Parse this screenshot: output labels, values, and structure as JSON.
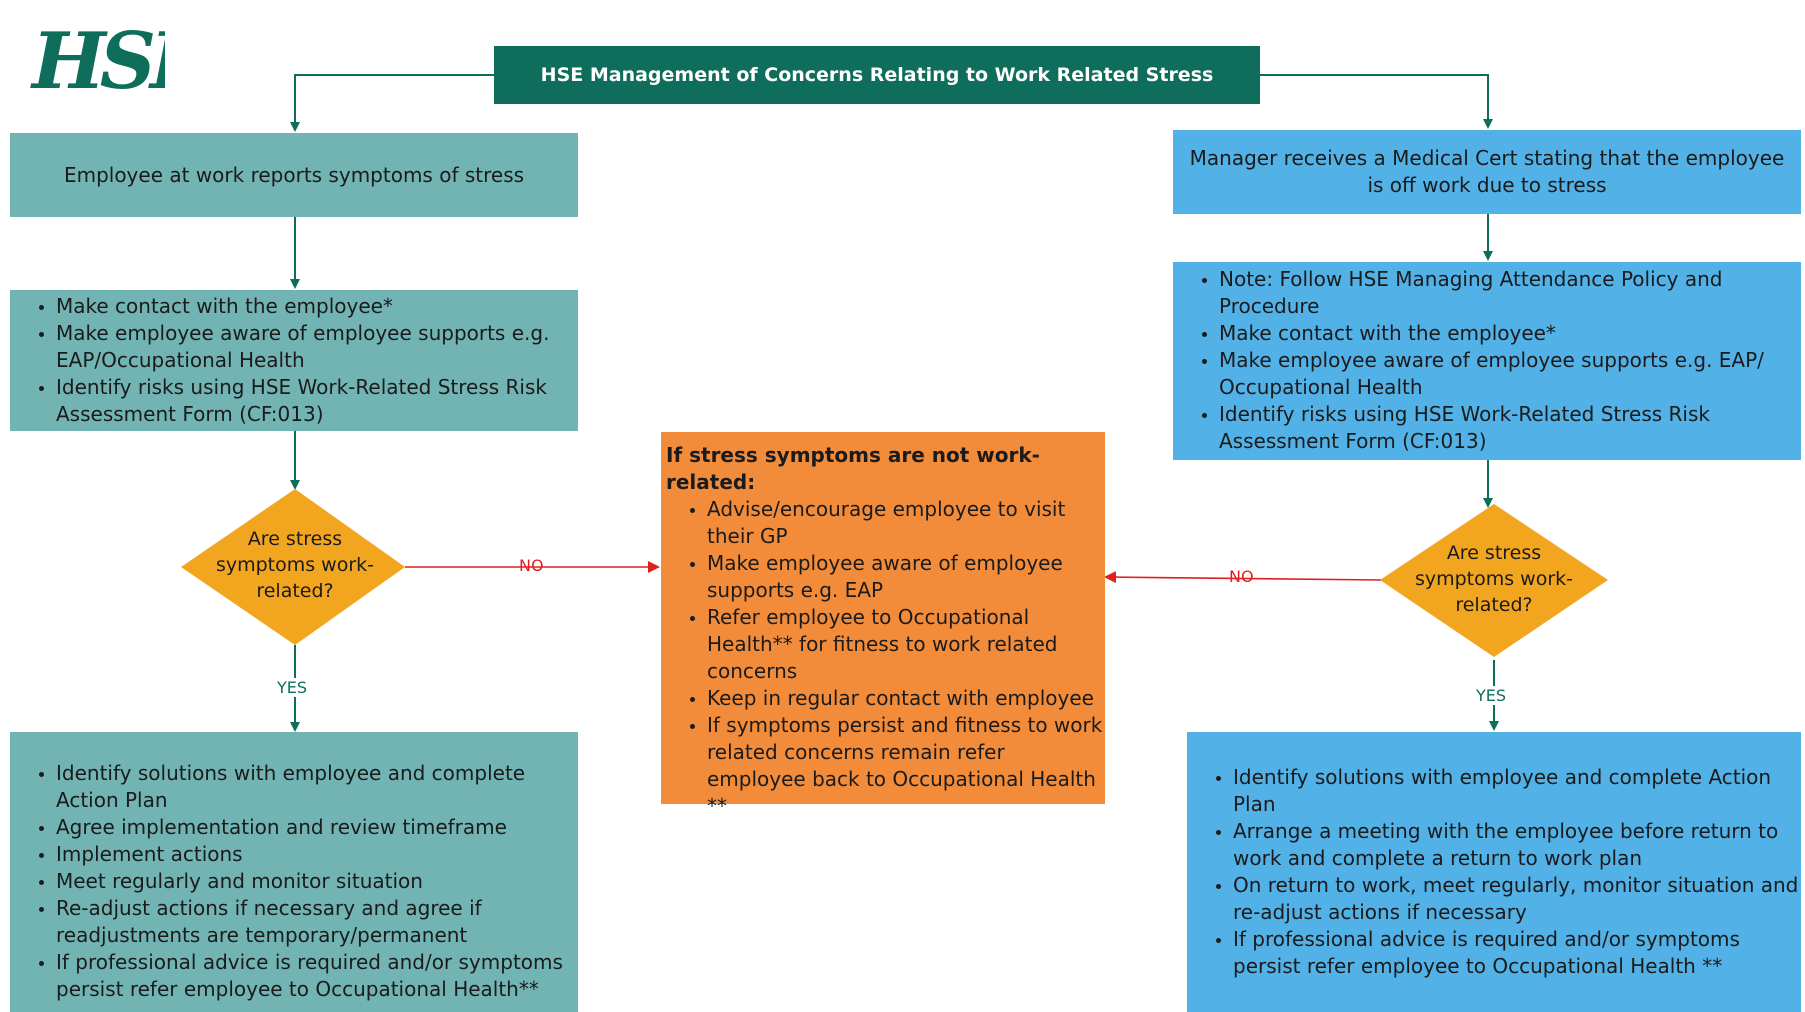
{
  "logo_text": "HSE",
  "colors": {
    "title_bg": "#0f6e5b",
    "teal": "#72b4b4",
    "blue": "#52b1e6",
    "orange": "#f28c3a",
    "diamond": "#f2a51f",
    "arrow_green": "#0f6e5b",
    "arrow_red": "#e0201f"
  },
  "title": "HSE Management of Concerns Relating to Work Related Stress",
  "left": {
    "start": "Employee at work reports symptoms of stress",
    "actions": [
      "Make contact with the employee*",
      "Make employee aware of employee supports e.g. EAP/Occupational Health",
      "Identify risks using HSE Work-Related Stress Risk Assessment Form (CF:013)"
    ],
    "decision": "Are stress symptoms work-related?",
    "yes_label": "YES",
    "no_label": "NO",
    "yes_actions": [
      "Identify solutions with employee and complete Action Plan",
      "Agree implementation and review timeframe",
      "Implement actions",
      "Meet regularly and monitor situation",
      "Re-adjust actions if necessary and agree if readjustments are temporary/permanent",
      "If professional advice is required and/or symptoms persist refer employee to Occupational Health**"
    ]
  },
  "middle": {
    "heading": "If stress symptoms are not work-related:",
    "items": [
      "Advise/encourage employee to visit their GP",
      "Make employee aware of employee supports e.g. EAP",
      "Refer employee to Occupational Health** for fitness to work related concerns",
      "Keep in regular contact with employee",
      "If symptoms persist and fitness to work related concerns remain refer employee back to Occupational Health **"
    ]
  },
  "right": {
    "start": "Manager receives a Medical Cert stating that the employee is off work due to stress",
    "actions": [
      "Note: Follow HSE Managing Attendance Policy and Procedure",
      "Make contact with the employee*",
      "Make employee aware of employee supports e.g. EAP/ Occupational Health",
      "Identify risks using HSE Work-Related Stress Risk Assessment Form (CF:013)"
    ],
    "decision": "Are stress symptoms work-related?",
    "yes_label": "YES",
    "no_label": "NO",
    "yes_actions": [
      "Identify solutions with employee and complete Action Plan",
      "Arrange a meeting with the employee before return to work and complete a return to work plan",
      "On return to work, meet regularly, monitor situation and re-adjust actions if necessary",
      "If professional advice is required and/or symptoms persist refer employee to Occupational Health **"
    ]
  }
}
